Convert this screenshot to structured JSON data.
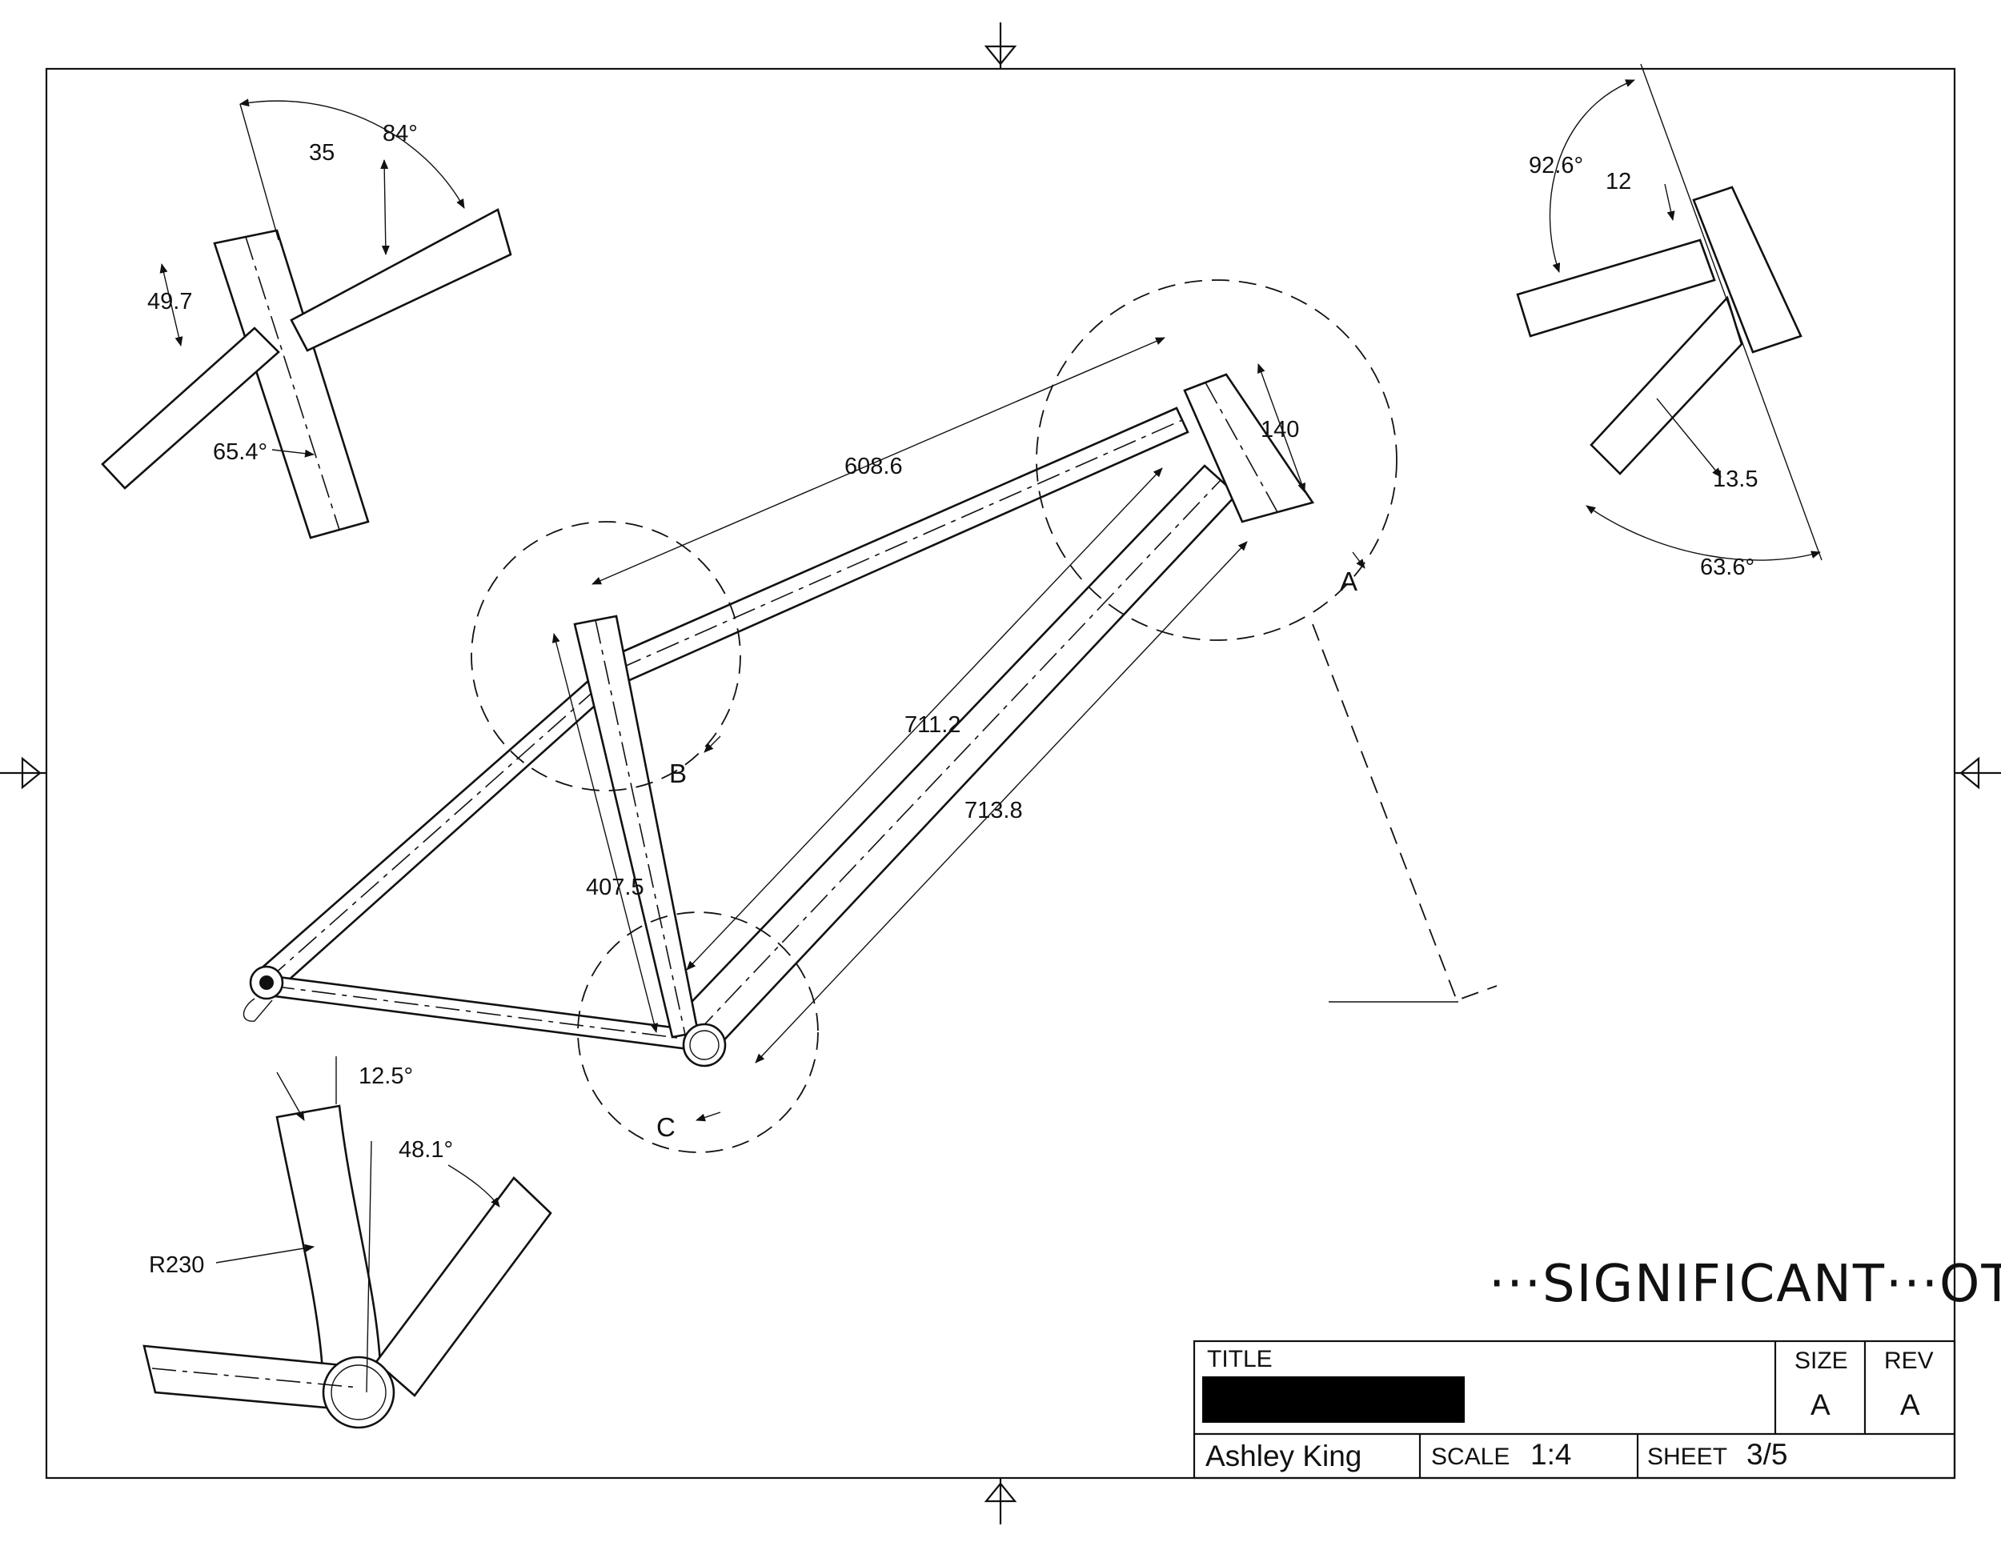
{
  "dimensions": {
    "top_tube_length": "608.6",
    "head_tube_length": "140",
    "down_tube_length": "711.2",
    "down_tube_outer": "713.8",
    "seat_tube_length": "407.5",
    "detail_b_angle": "84°",
    "detail_b_offset": "35",
    "detail_b_drop": "49.7",
    "detail_b_stay_angle": "65.4°",
    "detail_a_angle": "92.6°",
    "detail_a_offset": "12",
    "detail_a_drop": "13.5",
    "detail_a_lower_angle": "63.6°",
    "detail_c_tilt": "12.5°",
    "detail_c_angle": "48.1°",
    "detail_c_radius": "R230"
  },
  "detail_labels": {
    "a": "A",
    "b": "B",
    "c": "C"
  },
  "logo": "···SIGNIFICANT···OTHER···",
  "title_block": {
    "title_label": "TITLE",
    "size_label": "SIZE",
    "size_value": "A",
    "rev_label": "REV",
    "rev_value": "A",
    "author": "Ashley King",
    "scale_label": "SCALE",
    "scale_value": "1:4",
    "sheet_label": "SHEET",
    "sheet_value": "3/5"
  },
  "colors": {
    "line": "#111111",
    "paper": "#ffffff",
    "redaction": "#000000"
  }
}
